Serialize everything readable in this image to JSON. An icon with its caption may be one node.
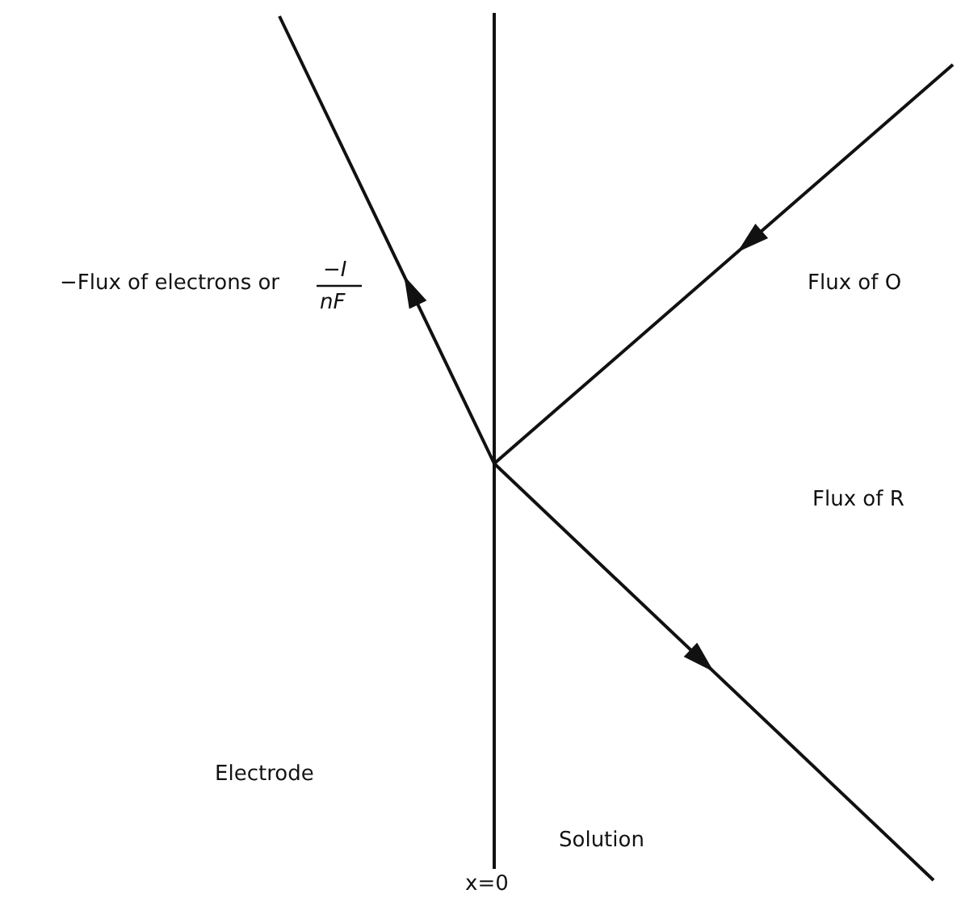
{
  "diagram": {
    "labels": [
      "−Flux of electrons or",
      "−I",
      "nF",
      "Flux of O",
      "Flux of R",
      "Electrode",
      "Solution",
      "x=0"
    ]
  }
}
